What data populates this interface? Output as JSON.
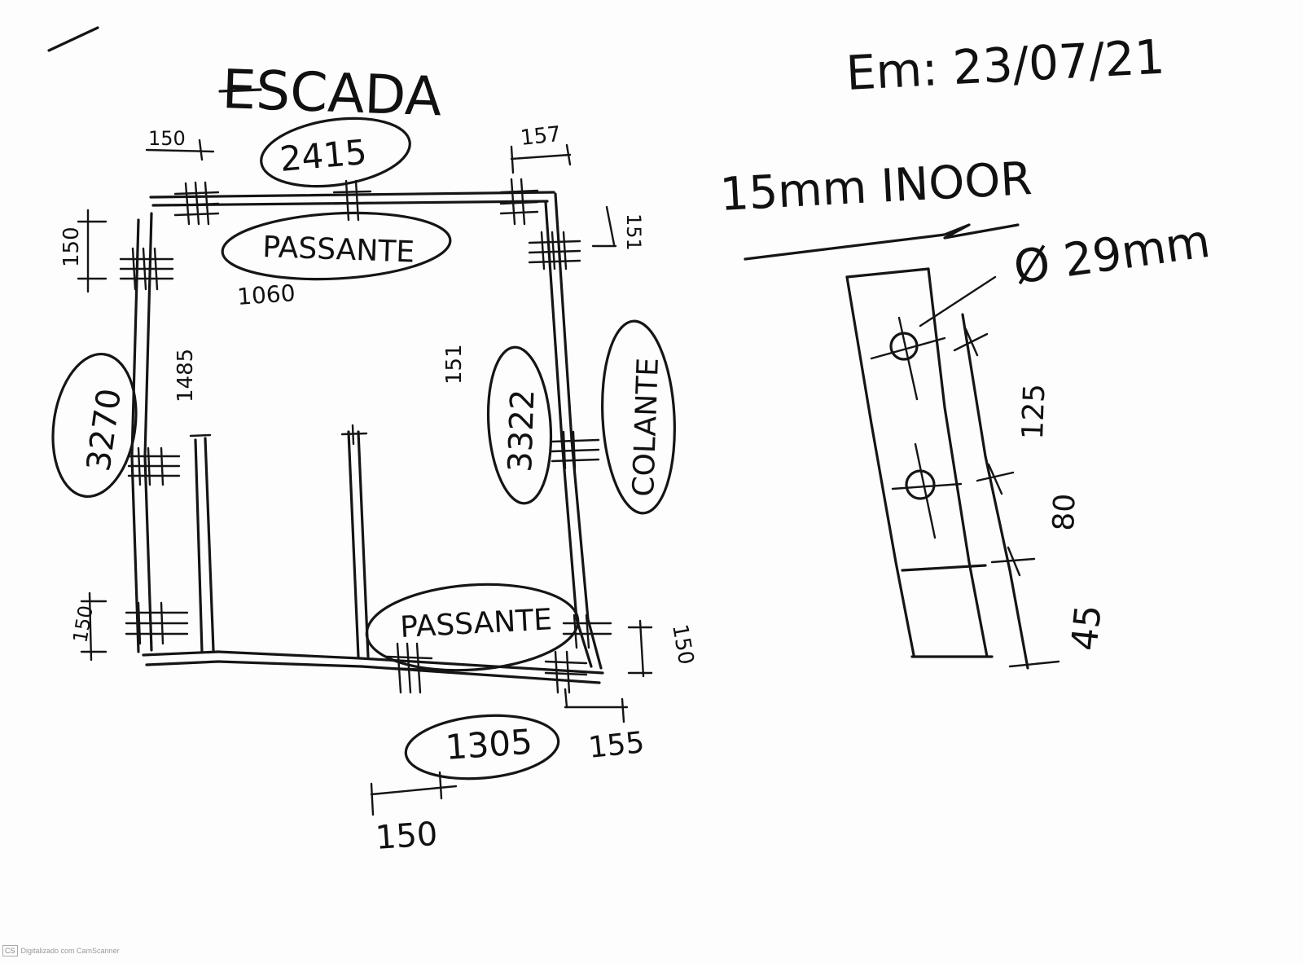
{
  "title": "ESCADA",
  "date": "Em: 23/07/21",
  "material": "15mm INOOR",
  "hole_diameter": "Ø 29mm",
  "sides": {
    "top": "2415",
    "left": "3270",
    "right": "3322",
    "bottom": "1305"
  },
  "labels": {
    "passante_top": "PASSANTE",
    "passante_bottom": "PASSANTE",
    "colante": "COLANTE"
  },
  "dimensions": {
    "d_150_top_left": "150",
    "d_157_top_right": "157",
    "d_150_left_upper": "150",
    "d_151_right_upper": "151",
    "d_1060": "1060",
    "d_1485": "1485",
    "d_151_center": "151",
    "d_150_left_lower": "150",
    "d_150_right_lower": "150",
    "d_155_bottom_right": "155",
    "d_150_bottom": "150"
  },
  "detail": {
    "d_125": "125",
    "d_80": "80",
    "d_45": "45"
  },
  "scanner": {
    "badge": "CS",
    "text": "Digitalizado com CamScanner"
  }
}
